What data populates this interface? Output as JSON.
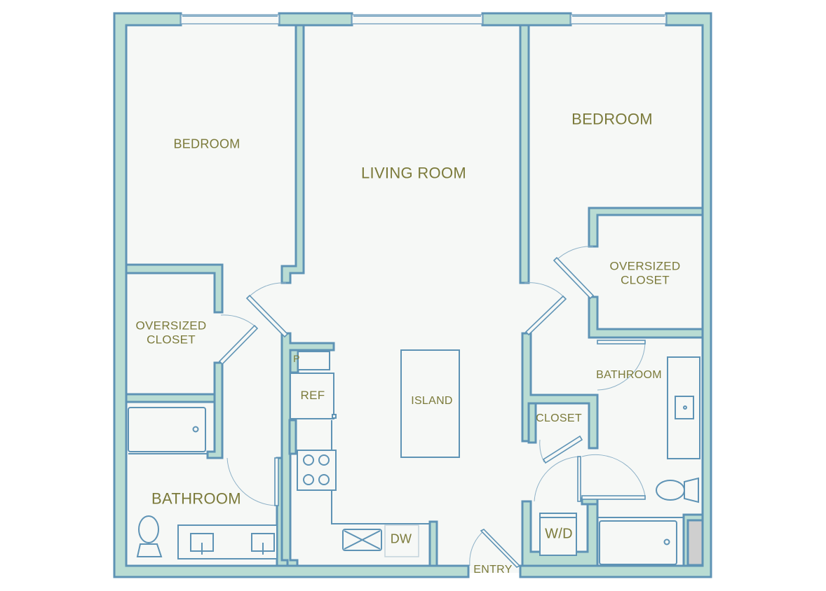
{
  "floorplan": {
    "colors": {
      "wall_fill": "#b9dcd3",
      "wall_stroke": "#5e93b5",
      "floor": "#f6f8f6",
      "label": "#7b7a3a"
    },
    "rooms": {
      "bedroom_left": "BEDROOM",
      "living_room": "LIVING ROOM",
      "bedroom_right": "BEDROOM",
      "closet_left_line1": "OVERSIZED",
      "closet_left_line2": "CLOSET",
      "closet_right_line1": "OVERSIZED",
      "closet_right_line2": "CLOSET",
      "bathroom_left": "BATHROOM",
      "bathroom_right": "BATHROOM",
      "closet_small": "CLOSET",
      "entry": "ENTRY"
    },
    "fixtures": {
      "pantry": "P",
      "refrigerator": "REF",
      "island": "ISLAND",
      "dishwasher": "DW",
      "washer_dryer": "W/D"
    }
  }
}
